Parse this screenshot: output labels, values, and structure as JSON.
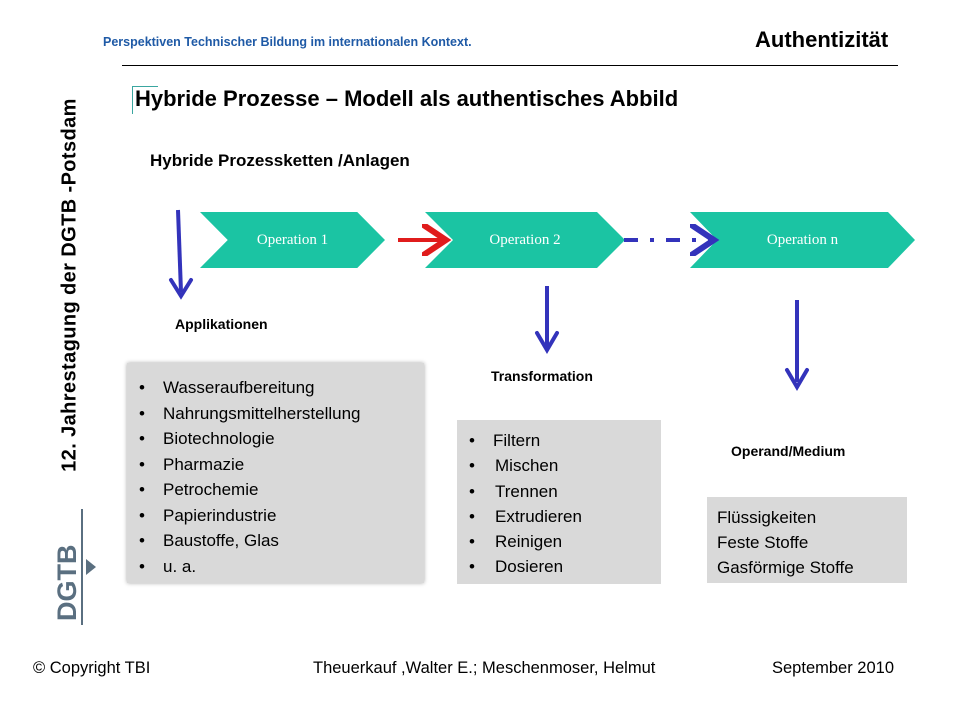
{
  "header": {
    "subtitle": "Perspektiven Technischer Bildung im internationalen Kontext.",
    "topic": "Authentizität"
  },
  "sidebar": {
    "vertical_text": "12. Jahrestagung der DGTB -Potsdam",
    "logo_text": "DGTB"
  },
  "slide": {
    "title": "Hybride  Prozesse – Modell als authentisches Abbild",
    "section_heading": "Hybride Prozessketten /Anlagen"
  },
  "process_chain": {
    "operations": [
      "Operation 1",
      "Operation 2",
      "Operation  n"
    ]
  },
  "labels": {
    "applikationen": "Applikationen",
    "transformation": "Transformation",
    "operand": "Operand/Medium"
  },
  "applikationen_list": [
    "Wasseraufbereitung",
    "Nahrungsmittelherstellung",
    "Biotechnologie",
    "Pharmazie",
    "Petrochemie",
    "Papierindustrie",
    "Baustoffe, Glas",
    "u.  a."
  ],
  "transformation_list": [
    "Filtern",
    " Mischen",
    " Trennen",
    " Extrudieren",
    " Reinigen",
    " Dosieren"
  ],
  "medium_list": [
    "Flüssigkeiten",
    "Feste Stoffe",
    "Gasförmige Stoffe"
  ],
  "footer": {
    "copyright": "© Copyright TBI",
    "authors": "Theuerkauf ,Walter E.; Meschenmoser, Helmut",
    "date": "September 2010"
  },
  "colors": {
    "operation_fill": "#1bc4a3",
    "down_arrow": "#3333bb",
    "connector_red": "#e01c1c",
    "connector_dashed": "#3333bb",
    "header_blue": "#1f5aa6",
    "box_gray": "#d9d9d9",
    "logo": "#5a6f80"
  }
}
